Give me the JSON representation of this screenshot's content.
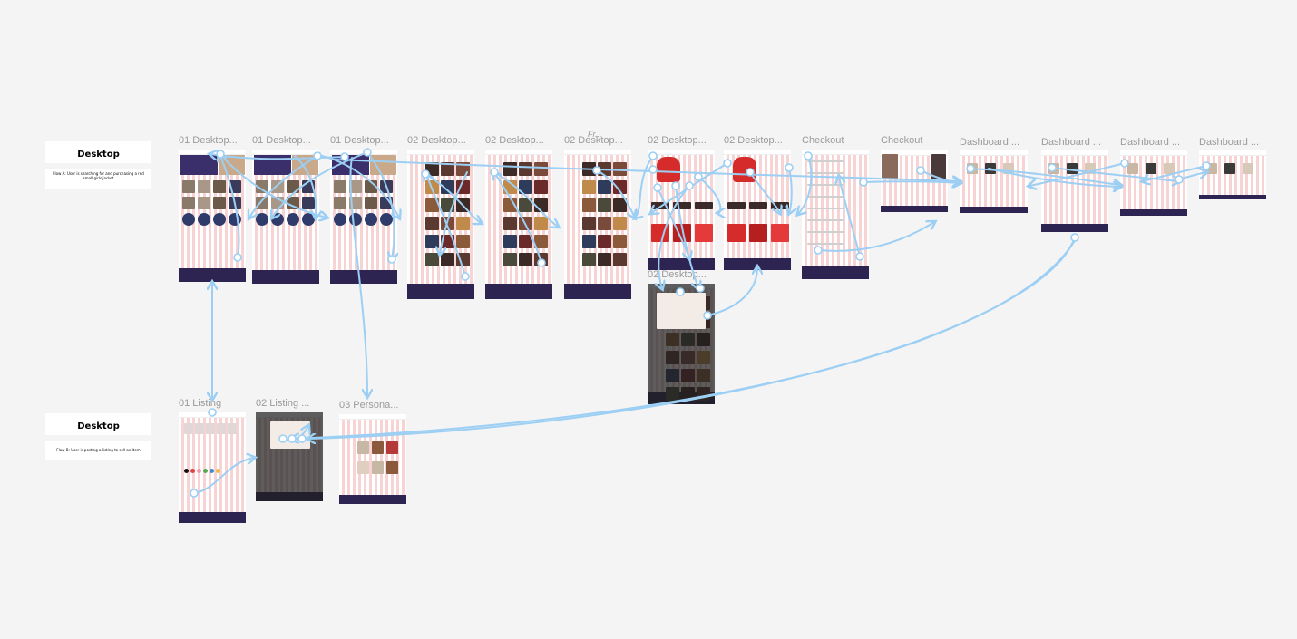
{
  "flows": [
    {
      "heading": "Desktop",
      "description": "Flow A: User is searching for and purchasing a red small girls jacket"
    },
    {
      "heading": "Desktop",
      "description": "Flow B: User is posting a listing to sell an item"
    }
  ],
  "frames": [
    {
      "title": "01 Desktop...",
      "variant": "home"
    },
    {
      "title": "01 Desktop...",
      "variant": "home"
    },
    {
      "title": "01 Desktop...",
      "variant": "home"
    },
    {
      "title": "02 Desktop...",
      "variant": "grid"
    },
    {
      "title": "02 Desktop...",
      "variant": "grid"
    },
    {
      "title": "02 Desktop...",
      "variant": "grid"
    },
    {
      "title": "02 Desktop...",
      "variant": "product"
    },
    {
      "title": "02 Desktop...",
      "variant": "product"
    },
    {
      "title": "Checkout",
      "variant": "checkout"
    },
    {
      "title": "Checkout",
      "variant": "confirm"
    },
    {
      "title": "Dashboard ...",
      "variant": "dashboard"
    },
    {
      "title": "Dashboard ...",
      "variant": "dashboard"
    },
    {
      "title": "Dashboard ...",
      "variant": "dashboard"
    },
    {
      "title": "Dashboard ...",
      "variant": "dashboard"
    },
    {
      "title": "02 Desktop...",
      "variant": "grid-modal"
    },
    {
      "title": "01 Listing",
      "variant": "listing"
    },
    {
      "title": "02 Listing ...",
      "variant": "listing-modal"
    },
    {
      "title": "03 Persona...",
      "variant": "persona"
    }
  ],
  "fold_label": "Fr...",
  "colors": {
    "background": "#f4f4f4",
    "column_pink": "#f7d3d3",
    "footer_purple": "#2e2452",
    "hero_purple": "#3a2f6b",
    "connector_blue": "#9ccff3",
    "overlay_dark": "#1e1e1e"
  }
}
